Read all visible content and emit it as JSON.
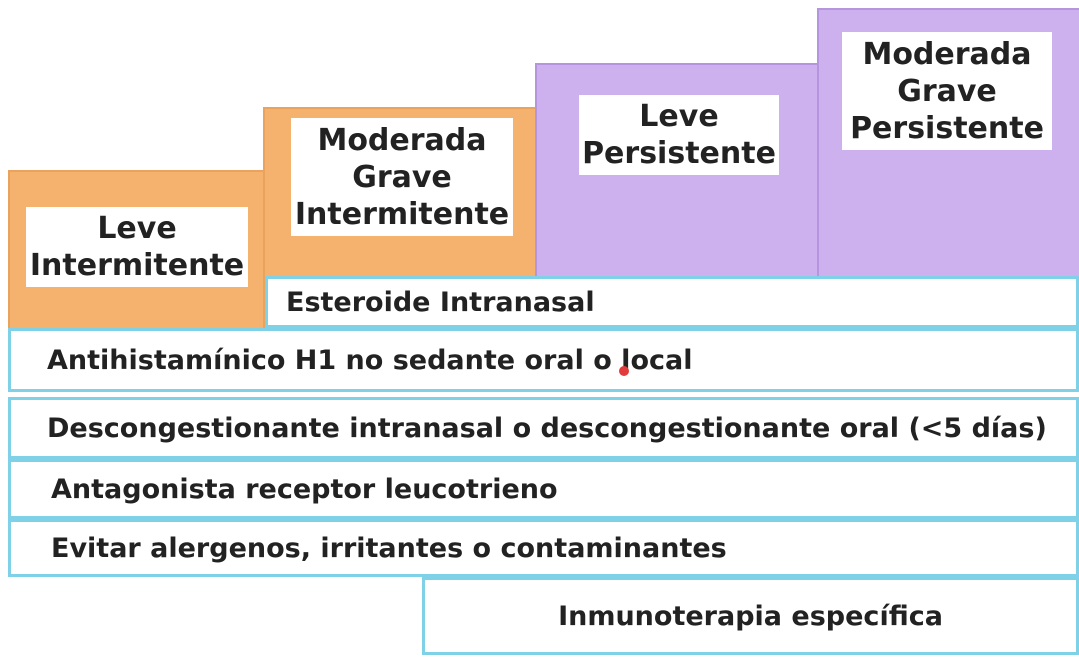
{
  "severity_levels": [
    {
      "label": "Leve\nIntermitente",
      "color": "#f4b26e"
    },
    {
      "label": "Moderada\nGrave\nIntermitente",
      "color": "#f4b26e"
    },
    {
      "label": "Leve\nPersistente",
      "color": "#cdb1ef"
    },
    {
      "label": "Moderada\nGrave\nPersistente",
      "color": "#cdb1ef"
    }
  ],
  "treatments": [
    "Esteroide Intranasal",
    "Antihistamínico H1 no sedante oral o local",
    "Descongestionante intranasal o descongestionante oral (<5 días)",
    "Antagonista receptor leucotrieno",
    "Evitar alergenos, irritantes o contaminantes",
    "Inmunoterapia específica"
  ],
  "colors": {
    "intermittent": "#f4b26e",
    "persistent": "#cdb1ef",
    "bar_border": "#7fd1e8"
  }
}
